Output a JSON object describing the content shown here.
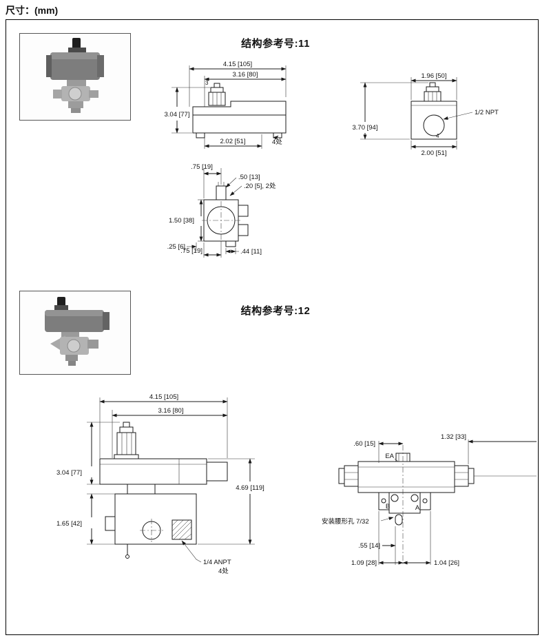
{
  "page": {
    "dim_label": "尺寸：(mm)"
  },
  "s11": {
    "title": "结构参考号:11",
    "front": {
      "dim_total_w": "4.15 [105]",
      "dim_inner_w": "3.16 [80]",
      "num3": "3",
      "dim_h": "3.04 [77]",
      "dim_bottom_w": "2.02 [51]",
      "note_4places": "4处"
    },
    "side": {
      "dim_top_w": "1.96 [50]",
      "port": "1/2 NPT",
      "dim_h": "3.70 [94]",
      "dim_bottom_w": "2.00 [51]",
      "num4": "4"
    },
    "bottom": {
      "dim_75_top": ".75 [19]",
      "dim_50": ".50 [13]",
      "dim_20": ".20 [5], 2处",
      "dim_150": "1.50 [38]",
      "dim_25": ".25 [6]",
      "dim_75_bottom": ".75 [19]",
      "dim_44": ".44 [11]"
    }
  },
  "s12": {
    "title": "结构参考号:12",
    "front": {
      "dim_total_w": "4.15 [105]",
      "dim_inner_w": "3.16 [80]",
      "dim_h_upper": "3.04 [77]",
      "dim_h_lower": "1.65 [42]",
      "dim_h_total": "4.69 [119]",
      "port": "1/4 ANPT",
      "note_4places": "4处"
    },
    "side": {
      "dim_60": ".60 [15]",
      "dim_132": "1.32 [33]",
      "label_ea": "EA",
      "label_b": "B",
      "label_a": "A",
      "slot_note": "安装腰形孔 7/32",
      "dim_55": ".55 [14]",
      "dim_109": "1.09 [28]",
      "dim_104": "1.04 [26]"
    }
  }
}
